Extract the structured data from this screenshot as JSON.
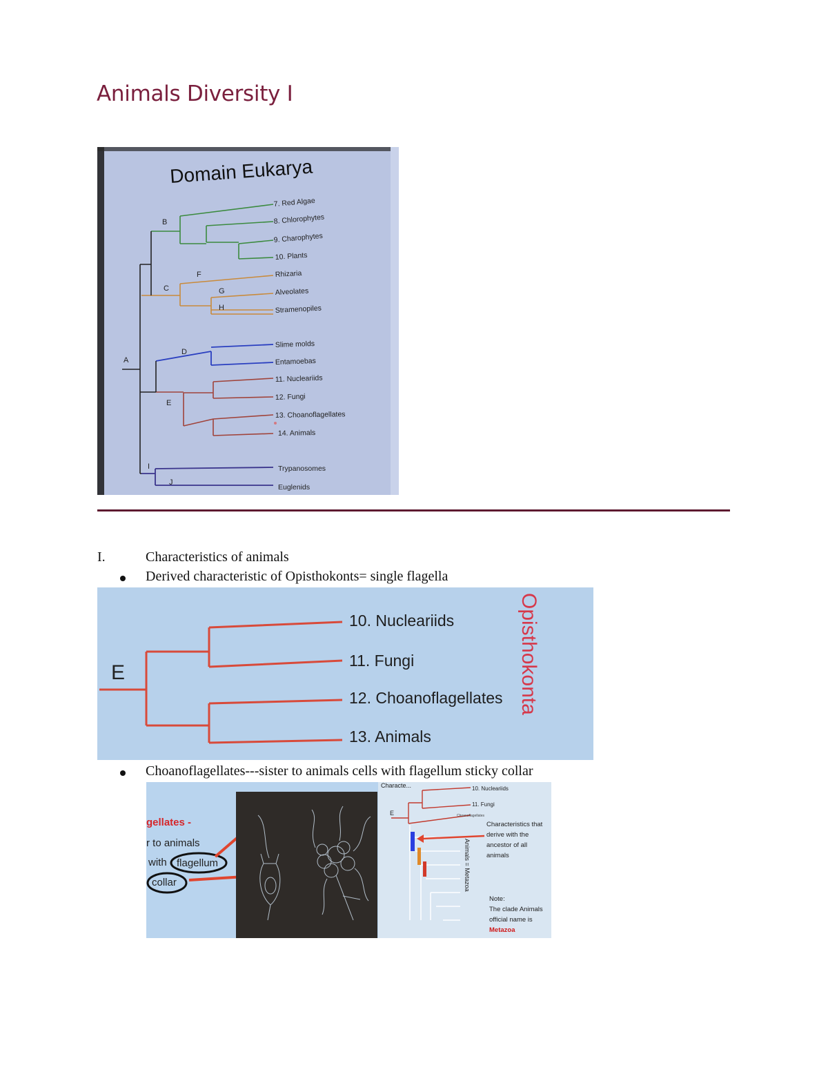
{
  "document": {
    "title": "Animals Diversity I"
  },
  "figure1": {
    "heading": "Domain Eukarya",
    "node_labels": [
      "A",
      "B",
      "C",
      "D",
      "E",
      "F",
      "G",
      "H",
      "I",
      "J"
    ],
    "taxa": [
      "7. Red Algae",
      "8. Chlorophytes",
      "9. Charophytes",
      "10. Plants",
      "Rhizaria",
      "Alveolates",
      "Stramenopiles",
      "Slime molds",
      "Entamoebas",
      "11. Nucleariids",
      "12. Fungi",
      "13. Choanoflagellates",
      "14. Animals",
      "Trypanosomes",
      "Euglenids"
    ],
    "colors": {
      "background": "#b8c4e2",
      "green": "#3b8a3e",
      "orange": "#c98a3a",
      "blue": "#2a3fc0",
      "red": "#b03a2e",
      "purple": "#4b3a8c",
      "black": "#222222"
    }
  },
  "section": {
    "number": "I.",
    "heading": "Characteristics of animals",
    "bullets": [
      "Derived characteristic of Opisthokonts= single flagella",
      "Choanoflagellates---sister to animals cells with flagellum sticky collar"
    ]
  },
  "figure2": {
    "node_label": "E",
    "taxa": [
      "10. Nucleariids",
      "11. Fungi",
      "12. Choanoflagellates",
      "13. Animals"
    ],
    "side_label": "Opisthokonta",
    "colors": {
      "background": "#b7d2ec",
      "branch": "#d84a3a",
      "side": "#d6384a"
    }
  },
  "figure3": {
    "left_text": [
      "gellates -",
      "r to animals",
      "with",
      "flagellum",
      "collar"
    ],
    "tree_header": "Characte...",
    "tree_taxa": [
      "10. Nucleariids",
      "11. Fungi",
      "Choanoflagellates"
    ],
    "node_label": "E",
    "vertical_label": "Animals = Metazoa",
    "annotation": [
      "Characteristics that",
      "derive with the",
      "ancestor of all",
      "animals"
    ],
    "note": [
      "Note:",
      "The clade Animals",
      "official name is"
    ],
    "note_highlight": "Metazoa",
    "colors": {
      "red": "#e0452f",
      "note_red": "#d01818"
    }
  }
}
